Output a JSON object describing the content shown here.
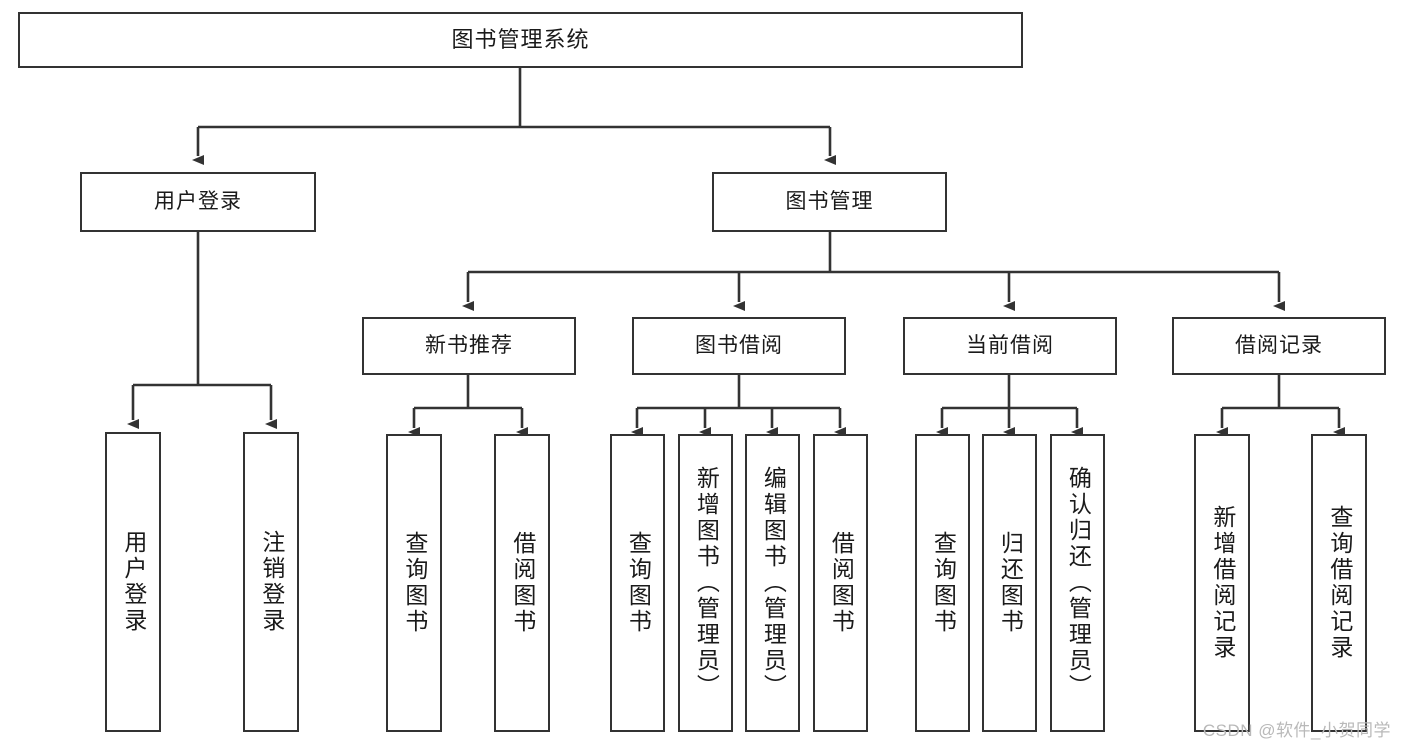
{
  "diagram": {
    "title": "图书管理系统",
    "watermark": "CSDN @软件_小贺同学",
    "colors": {
      "stroke": "#333333",
      "box_fill": "#ffffff",
      "text": "#1a1a1a",
      "watermark": "#b9b9b9",
      "background": "#ffffff"
    },
    "root": {
      "label": "图书管理系统"
    },
    "level2": [
      {
        "label": "用户登录"
      },
      {
        "label": "图书管理"
      }
    ],
    "level3": [
      {
        "label": "新书推荐"
      },
      {
        "label": "图书借阅"
      },
      {
        "label": "当前借阅"
      },
      {
        "label": "借阅记录"
      }
    ],
    "leaves": {
      "user_login": [
        {
          "label": "用户登录"
        },
        {
          "label": "注销登录"
        }
      ],
      "new_book": [
        {
          "label": "查询图书"
        },
        {
          "label": "借阅图书"
        }
      ],
      "book_borrow": [
        {
          "label": "查询图书"
        },
        {
          "label": "新增图书（管理员）"
        },
        {
          "label": "编辑图书（管理员）"
        },
        {
          "label": "借阅图书"
        }
      ],
      "current_borrow": [
        {
          "label": "查询图书"
        },
        {
          "label": "归还图书"
        },
        {
          "label": "确认归还（管理员）"
        }
      ],
      "borrow_record": [
        {
          "label": "新增借阅记录"
        },
        {
          "label": "查询借阅记录"
        }
      ]
    }
  }
}
